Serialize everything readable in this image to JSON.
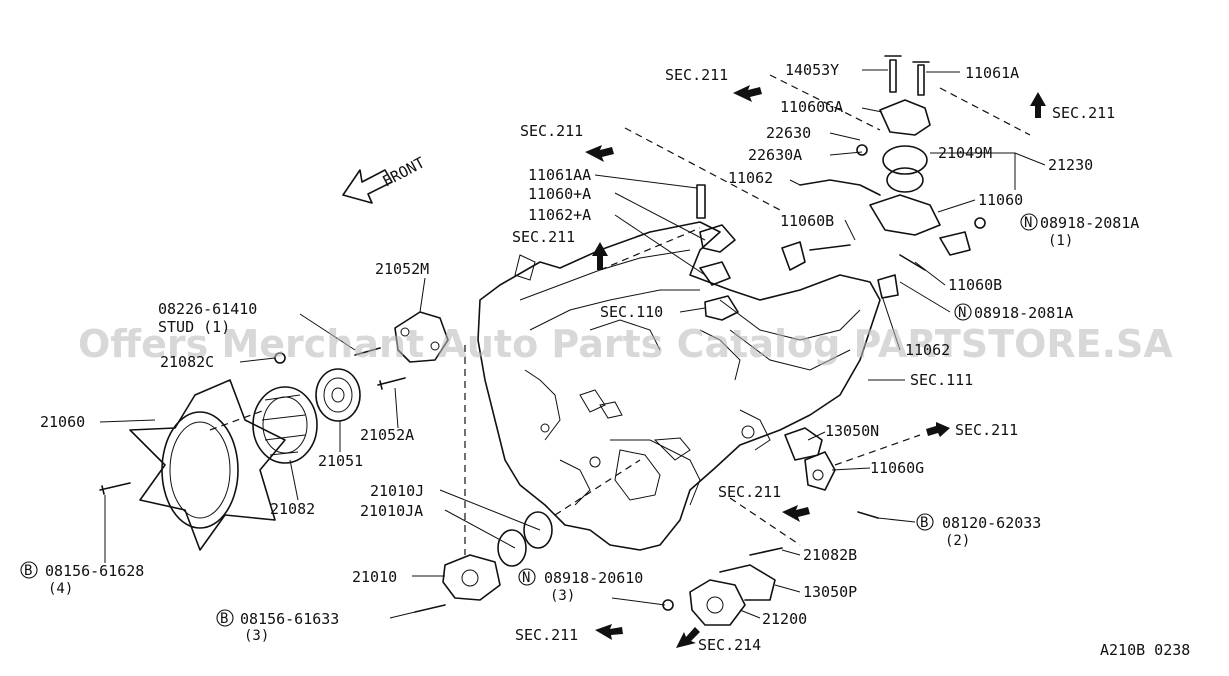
{
  "diagram": {
    "code": "A210B 0238",
    "watermark": "Offers Merchant Auto Parts Catalog PARTSTORE.SA",
    "front_label": "FRONT",
    "sec_refs": {
      "top_center": "SEC.211",
      "top_right": "SEC.211",
      "upper_left": "SEC.211",
      "mid_left": "SEC.211",
      "sec110": "SEC.110",
      "sec111": "SEC.111",
      "right_mid": "SEC.211",
      "lower_mid": "SEC.211",
      "bottom_left": "SEC.211",
      "sec214": "SEC.214"
    },
    "parts": {
      "p14053Y": "14053Y",
      "p11061A": "11061A",
      "p11060GA": "11060GA",
      "p22630": "22630",
      "p22630A": "22630A",
      "p21049M": "21049M",
      "p21230": "21230",
      "p11061AA": "11061AA",
      "p11060pA": "11060+A",
      "p11062pA": "11062+A",
      "p11062": "11062",
      "p11060": "11060",
      "p11060B_left": "11060B",
      "p11060B_right": "11060B",
      "p11062_right": "11062",
      "p21052M": "21052M",
      "p08226": "08226-61410",
      "stud": "STUD (1)",
      "p21082C": "21082C",
      "p21060": "21060",
      "p21052A": "21052A",
      "p21051": "21051",
      "p21082": "21082",
      "p13050N": "13050N",
      "p11060G": "11060G",
      "p21010J": "21010J",
      "p21010JA": "21010JA",
      "p21010": "21010",
      "p21082B": "21082B",
      "p13050P": "13050P",
      "p21200": "21200"
    },
    "callouts": {
      "n1": {
        "sym": "N",
        "num": "08918-2081A",
        "qty": "(1)"
      },
      "n2": {
        "sym": "N",
        "num": "08918-2081A"
      },
      "n3": {
        "sym": "N",
        "num": "08918-20610",
        "qty": "(3)"
      },
      "b1": {
        "sym": "B",
        "num": "08120-62033",
        "qty": "(2)"
      },
      "b2": {
        "sym": "B",
        "num": "08156-61628",
        "qty": "(4)"
      },
      "b3": {
        "sym": "B",
        "num": "08156-61633",
        "qty": "(3)"
      }
    }
  }
}
